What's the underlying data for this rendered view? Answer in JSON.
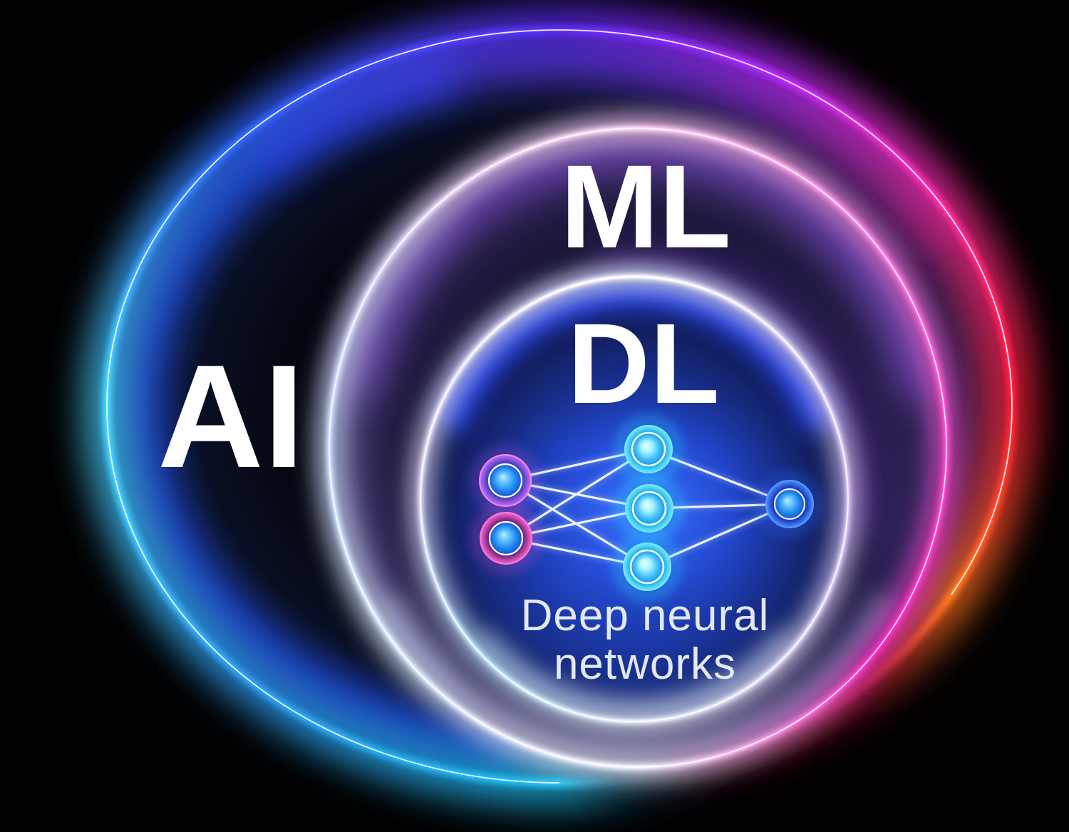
{
  "diagram": {
    "title": "Nested neon diagram of AI, Machine Learning and Deep Learning",
    "background_color": "#000000",
    "sets": [
      {
        "id": "ai",
        "label": "AI",
        "ring_colors": [
          "#49d6ff",
          "#2e6bff",
          "#5d2df5",
          "#b62bff",
          "#ff2fae",
          "#ff1f38",
          "#ff7a1e",
          "#1fc0f0"
        ]
      },
      {
        "id": "ml",
        "label": "ML",
        "ring_colors": [
          "#cfe0ff",
          "#ffd6f4",
          "#ff8ae4",
          "#ff4fd4",
          "#ff2cc4",
          "#f2f5ff"
        ]
      },
      {
        "id": "dl",
        "label": "DL",
        "ring_colors": [
          "#ffffff",
          "#e2ccff",
          "#edf7ff",
          "#c2ecff"
        ]
      }
    ],
    "caption": {
      "line1": "Deep neural",
      "line2": "networks",
      "full": "Deep neural networks"
    },
    "network": {
      "input_nodes": 2,
      "hidden_nodes": 3,
      "output_nodes": 1,
      "edge_count": 9,
      "edge_color": "#f4f7ff",
      "node_colors": {
        "input_ring_top": "#7a5cf0",
        "input_ring_bottom": "#ff5ad6",
        "hidden_ring": "#5ae0ff",
        "output_ring": "#4a90ff",
        "core": "#2aa6ff"
      },
      "glow_color": "#2f66ff"
    }
  }
}
